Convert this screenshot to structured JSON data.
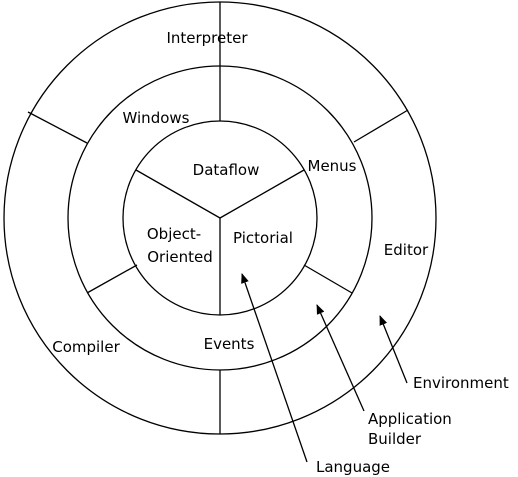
{
  "outer_ring": {
    "interpreter": "Interpreter",
    "editor": "Editor",
    "compiler": "Compiler"
  },
  "middle_ring": {
    "windows": "Windows",
    "menus": "Menus",
    "events": "Events"
  },
  "inner_ring": {
    "dataflow": "Dataflow",
    "object_line1": "Object-",
    "object_line2": "Oriented",
    "pictorial": "Pictorial"
  },
  "callouts": {
    "environment": "Environment",
    "application_line1": "Application",
    "application_line2": "Builder",
    "language": "Language"
  }
}
